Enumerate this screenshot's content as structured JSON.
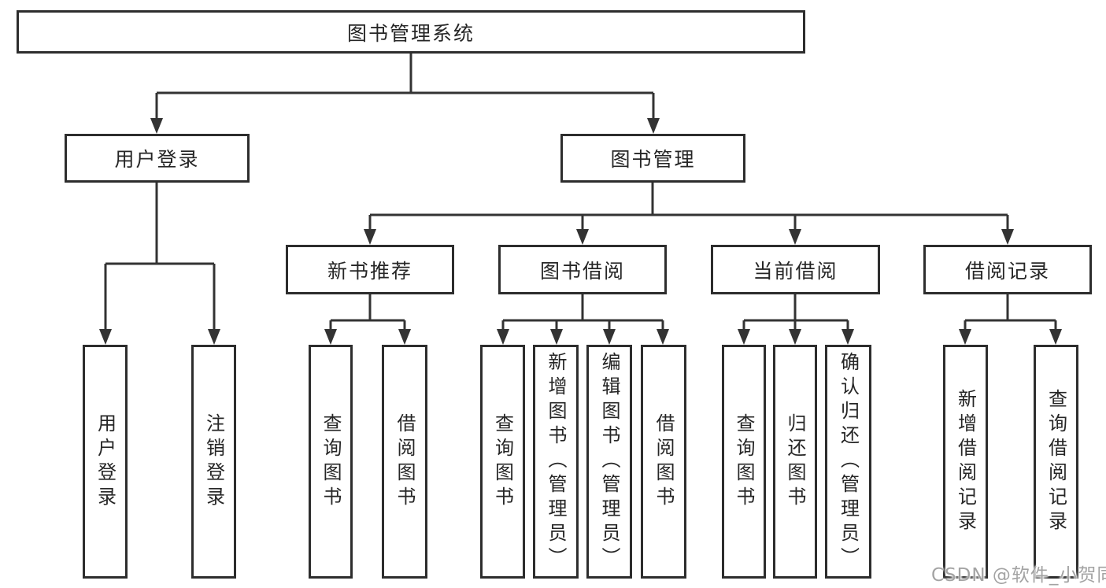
{
  "tree": {
    "label": "图书管理系统",
    "children": [
      {
        "label": "用户登录",
        "children": [
          {
            "label": "用户登录"
          },
          {
            "label": "注销登录"
          }
        ]
      },
      {
        "label": "图书管理",
        "children": [
          {
            "label": "新书推荐",
            "children": [
              {
                "label": "查询图书"
              },
              {
                "label": "借阅图书"
              }
            ]
          },
          {
            "label": "图书借阅",
            "children": [
              {
                "label": "查询图书"
              },
              {
                "label": "新增图书（管理员）"
              },
              {
                "label": "编辑图书（管理员）"
              },
              {
                "label": "借阅图书"
              }
            ]
          },
          {
            "label": "当前借阅",
            "children": [
              {
                "label": "查询图书"
              },
              {
                "label": "归还图书"
              },
              {
                "label": "确认归还（管理员）"
              }
            ]
          },
          {
            "label": "借阅记录",
            "children": [
              {
                "label": "新增借阅记录"
              },
              {
                "label": "查询借阅记录"
              }
            ]
          }
        ]
      }
    ]
  },
  "watermark": {
    "text": "CSDN @软件_小贺同学"
  },
  "colors": {
    "line": "#333333",
    "box_border": "#2d2d2d",
    "box_background": "#ffffff",
    "text": "#262626",
    "watermark": "#a3a3a3"
  }
}
